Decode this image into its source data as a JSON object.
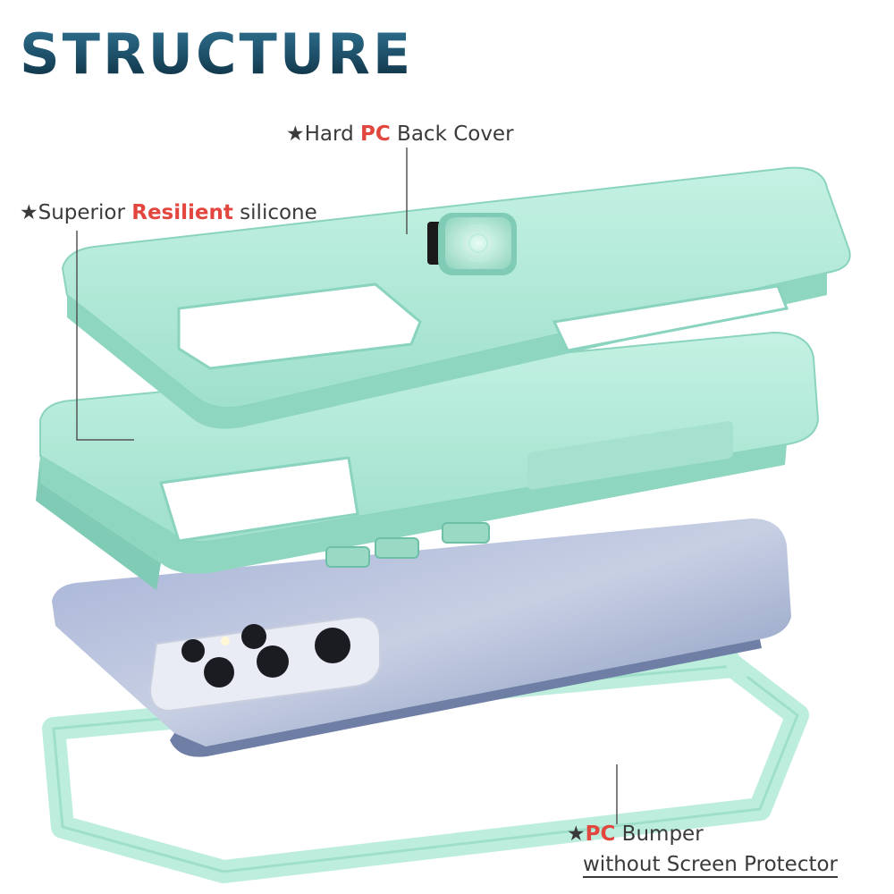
{
  "title": "STRUCTURE",
  "labels": {
    "back_cover": {
      "star": "★",
      "pre": "Hard ",
      "highlight": "PC",
      "post": " Back Cover"
    },
    "silicone": {
      "star": "★",
      "pre": "Superior ",
      "highlight": "Resilient",
      "post": " silicone"
    },
    "bumper": {
      "star": "★",
      "highlight": "PC",
      "post": " Bumper",
      "line2": "without Screen Protector"
    }
  },
  "colors": {
    "mint": "#aee9d8",
    "mint_dark": "#8ad3bf",
    "accent_red": "#e2463e",
    "title_blue": "#1d4e66",
    "phone_blue": "#8a9bc0"
  },
  "icons": [
    "ring-holder-icon",
    "camera-lens-icon",
    "volume-button-icon"
  ]
}
